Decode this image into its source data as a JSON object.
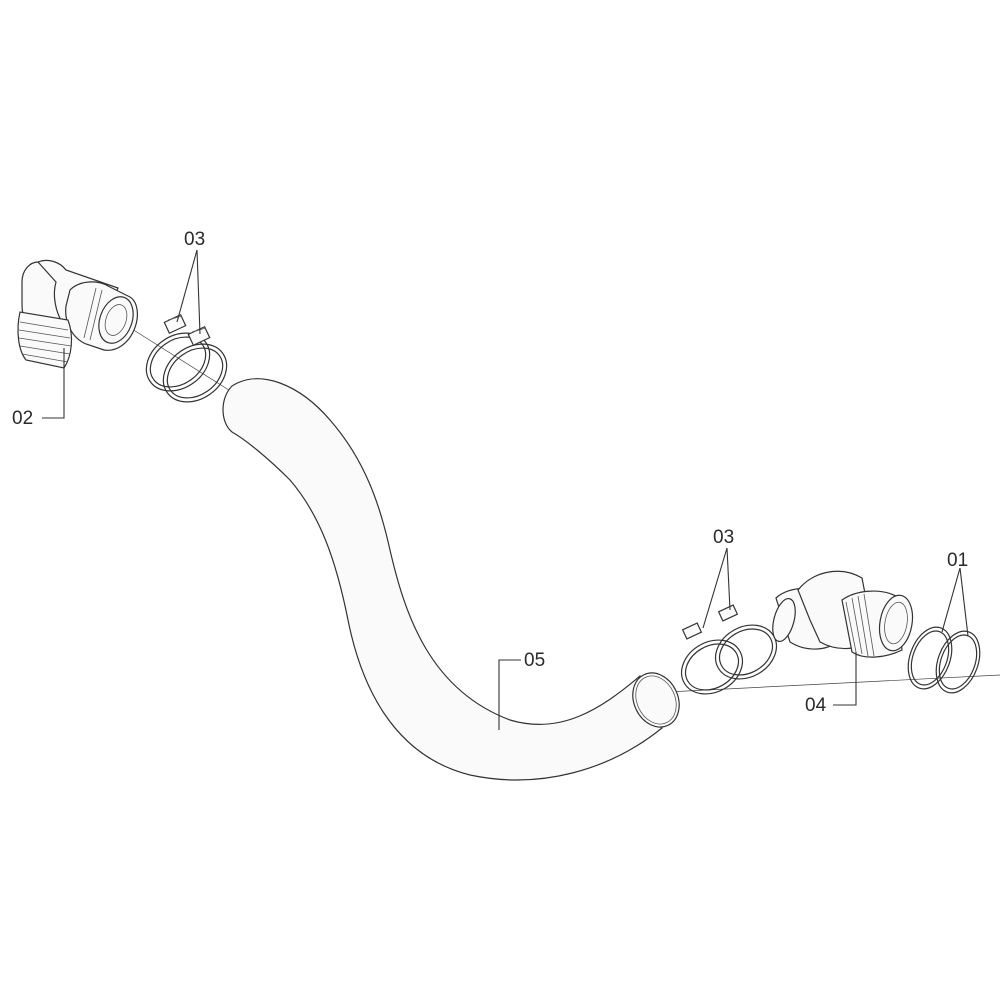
{
  "callouts": {
    "part_02": "02",
    "part_03_upper": "03",
    "part_03_lower": "03",
    "part_05": "05",
    "part_04": "04",
    "part_01": "01"
  }
}
